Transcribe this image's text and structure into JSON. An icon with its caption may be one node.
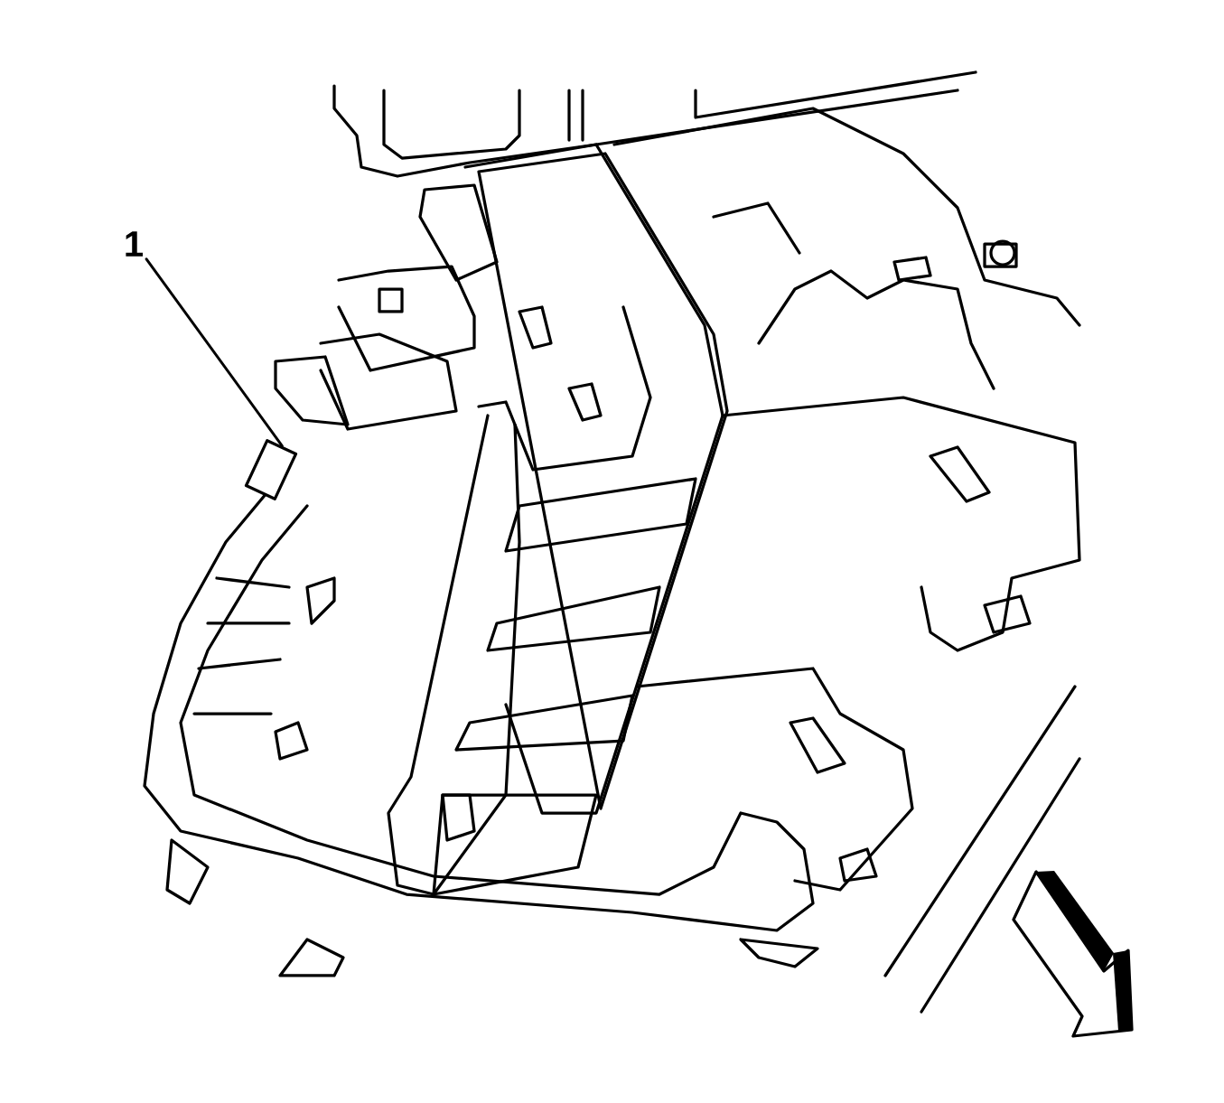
{
  "diagram": {
    "nodes": [
      {
        "text": [
          "1"
        ]
      },
      {
        "text": [],
        "shape": "box"
      }
    ],
    "edges": [
      {
        "from": 0,
        "to": 1,
        "arrow": "none"
      }
    ]
  }
}
